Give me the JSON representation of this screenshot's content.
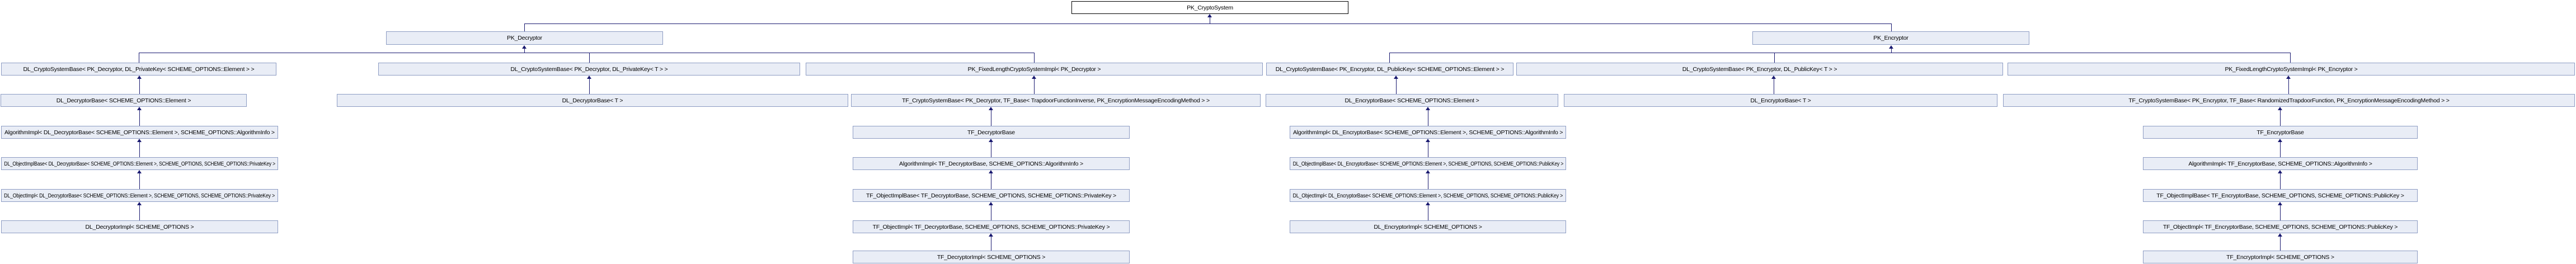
{
  "diagram": {
    "type": "class-inheritance-graph",
    "colors": {
      "edge": "#191970",
      "node_fill": "#e9edf6",
      "node_border": "#8d9cc3",
      "root_fill": "#ffffff",
      "root_border": "#000000",
      "text": "#000000"
    },
    "nodes": {
      "pk_cryptosystem": "PK_CryptoSystem",
      "pk_decryptor": "PK_Decryptor",
      "pk_encryptor": "PK_Encryptor",
      "dl_cryptosystembase_dec_elem": "DL_CryptoSystemBase< PK_Decryptor, DL_PrivateKey< SCHEME_OPTIONS::Element > >",
      "dl_cryptosystembase_dec_t": "DL_CryptoSystemBase< PK_Decryptor, DL_PrivateKey< T > >",
      "pk_fixedlength_dec": "PK_FixedLengthCryptoSystemImpl< PK_Decryptor >",
      "dl_cryptosystembase_enc_elem": "DL_CryptoSystemBase< PK_Encryptor, DL_PublicKey< SCHEME_OPTIONS::Element > >",
      "dl_cryptosystembase_enc_t": "DL_CryptoSystemBase< PK_Encryptor, DL_PublicKey< T > >",
      "pk_fixedlength_enc": "PK_FixedLengthCryptoSystemImpl< PK_Encryptor >",
      "dl_decryptorbase_elem": "DL_DecryptorBase< SCHEME_OPTIONS::Element >",
      "dl_decryptorbase_t": "DL_DecryptorBase< T >",
      "tf_cryptosystembase_dec": "TF_CryptoSystemBase< PK_Decryptor, TF_Base< TrapdoorFunctionInverse, PK_EncryptionMessageEncodingMethod > >",
      "dl_encryptorbase_elem": "DL_EncryptorBase< SCHEME_OPTIONS::Element >",
      "dl_encryptorbase_t": "DL_EncryptorBase< T >",
      "tf_cryptosystembase_enc": "TF_CryptoSystemBase< PK_Encryptor, TF_Base< RandomizedTrapdoorFunction, PK_EncryptionMessageEncodingMethod > >",
      "algimpl_dl_dec": "AlgorithmImpl< DL_DecryptorBase< SCHEME_OPTIONS::Element >, SCHEME_OPTIONS::AlgorithmInfo >",
      "tf_decryptorbase": "TF_DecryptorBase",
      "algimpl_dl_enc": "AlgorithmImpl< DL_EncryptorBase< SCHEME_OPTIONS::Element >, SCHEME_OPTIONS::AlgorithmInfo >",
      "tf_encryptorbase": "TF_EncryptorBase",
      "dl_objectimplbase_dec": "DL_ObjectImplBase< DL_DecryptorBase< SCHEME_OPTIONS::Element >, SCHEME_OPTIONS, SCHEME_OPTIONS::PrivateKey >",
      "algimpl_tf_dec": "AlgorithmImpl< TF_DecryptorBase, SCHEME_OPTIONS::AlgorithmInfo >",
      "dl_objectimplbase_enc": "DL_ObjectImplBase< DL_EncryptorBase< SCHEME_OPTIONS::Element >, SCHEME_OPTIONS, SCHEME_OPTIONS::PublicKey >",
      "algimpl_tf_enc": "AlgorithmImpl< TF_EncryptorBase, SCHEME_OPTIONS::AlgorithmInfo >",
      "dl_objectimpl_dec": "DL_ObjectImpl< DL_DecryptorBase< SCHEME_OPTIONS::Element >, SCHEME_OPTIONS, SCHEME_OPTIONS::PrivateKey >",
      "tf_objectimplbase_dec": "TF_ObjectImplBase< TF_DecryptorBase, SCHEME_OPTIONS, SCHEME_OPTIONS::PrivateKey >",
      "dl_objectimpl_enc": "DL_ObjectImpl< DL_EncryptorBase< SCHEME_OPTIONS::Element >, SCHEME_OPTIONS, SCHEME_OPTIONS::PublicKey >",
      "tf_objectimplbase_enc": "TF_ObjectImplBase< TF_EncryptorBase, SCHEME_OPTIONS, SCHEME_OPTIONS::PublicKey >",
      "dl_decryptorimpl": "DL_DecryptorImpl< SCHEME_OPTIONS >",
      "tf_objectimpl_dec": "TF_ObjectImpl< TF_DecryptorBase, SCHEME_OPTIONS, SCHEME_OPTIONS::PrivateKey >",
      "dl_encryptorimpl": "DL_EncryptorImpl< SCHEME_OPTIONS >",
      "tf_objectimpl_enc": "TF_ObjectImpl< TF_EncryptorBase, SCHEME_OPTIONS, SCHEME_OPTIONS::PublicKey >",
      "tf_decryptorimpl": "TF_DecryptorImpl< SCHEME_OPTIONS >",
      "tf_encryptorimpl": "TF_EncryptorImpl< SCHEME_OPTIONS >"
    },
    "inheritance_derived_to_base": [
      [
        "pk_decryptor",
        "pk_cryptosystem"
      ],
      [
        "pk_encryptor",
        "pk_cryptosystem"
      ],
      [
        "dl_cryptosystembase_dec_elem",
        "pk_decryptor"
      ],
      [
        "dl_cryptosystembase_dec_t",
        "pk_decryptor"
      ],
      [
        "pk_fixedlength_dec",
        "pk_decryptor"
      ],
      [
        "dl_cryptosystembase_enc_elem",
        "pk_encryptor"
      ],
      [
        "dl_cryptosystembase_enc_t",
        "pk_encryptor"
      ],
      [
        "pk_fixedlength_enc",
        "pk_encryptor"
      ],
      [
        "dl_decryptorbase_elem",
        "dl_cryptosystembase_dec_elem"
      ],
      [
        "dl_decryptorbase_t",
        "dl_cryptosystembase_dec_t"
      ],
      [
        "tf_cryptosystembase_dec",
        "pk_fixedlength_dec"
      ],
      [
        "dl_encryptorbase_elem",
        "dl_cryptosystembase_enc_elem"
      ],
      [
        "dl_encryptorbase_t",
        "dl_cryptosystembase_enc_t"
      ],
      [
        "tf_cryptosystembase_enc",
        "pk_fixedlength_enc"
      ],
      [
        "algimpl_dl_dec",
        "dl_decryptorbase_elem"
      ],
      [
        "tf_decryptorbase",
        "tf_cryptosystembase_dec"
      ],
      [
        "algimpl_dl_enc",
        "dl_encryptorbase_elem"
      ],
      [
        "tf_encryptorbase",
        "tf_cryptosystembase_enc"
      ],
      [
        "dl_objectimplbase_dec",
        "algimpl_dl_dec"
      ],
      [
        "algimpl_tf_dec",
        "tf_decryptorbase"
      ],
      [
        "dl_objectimplbase_enc",
        "algimpl_dl_enc"
      ],
      [
        "algimpl_tf_enc",
        "tf_encryptorbase"
      ],
      [
        "dl_objectimpl_dec",
        "dl_objectimplbase_dec"
      ],
      [
        "tf_objectimplbase_dec",
        "algimpl_tf_dec"
      ],
      [
        "dl_objectimpl_enc",
        "dl_objectimplbase_enc"
      ],
      [
        "tf_objectimplbase_enc",
        "algimpl_tf_enc"
      ],
      [
        "dl_decryptorimpl",
        "dl_objectimpl_dec"
      ],
      [
        "tf_objectimpl_dec",
        "tf_objectimplbase_dec"
      ],
      [
        "dl_encryptorimpl",
        "dl_objectimpl_enc"
      ],
      [
        "tf_objectimpl_enc",
        "tf_objectimplbase_enc"
      ],
      [
        "tf_decryptorimpl",
        "tf_objectimpl_dec"
      ],
      [
        "tf_encryptorimpl",
        "tf_objectimpl_enc"
      ]
    ]
  }
}
